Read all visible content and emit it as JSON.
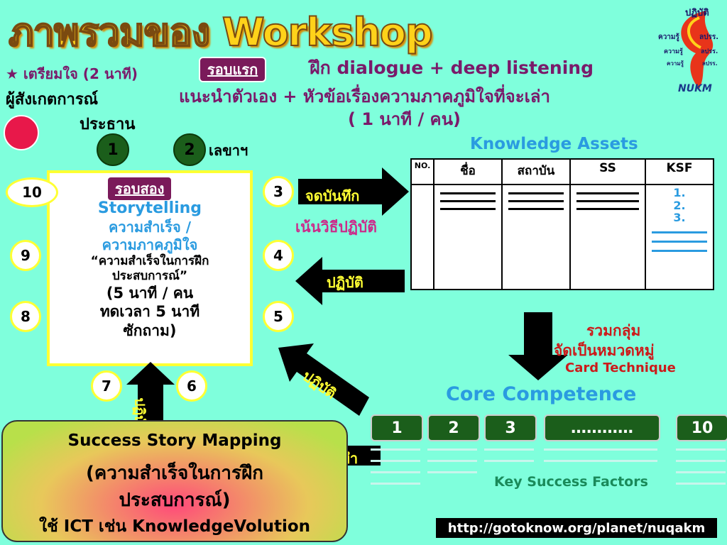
{
  "title": "ภาพรวมของ Workshop",
  "logo": {
    "top": "ปฏิบัติ",
    "line1": "ความรู้",
    "line2": "ลปรร.",
    "line3": "ความรู้",
    "line4": "ลปรร.",
    "line5": "ความรู้",
    "line6": "ลปรร.",
    "brand": "NUKM"
  },
  "prepare": "★ เตรียมใจ (2 นาที)",
  "observer": "ผู้สังเกตการณ์",
  "chair": "ประธาน",
  "secretary": "เลขาฯ",
  "round1": {
    "tag": "รอบแรก",
    "line1": "ฝึก dialogue + deep listening",
    "line2": "แนะนำตัวเอง + หัวข้อเรื่องความภาคภูมิใจที่จะเล่า",
    "line3": "( 1 นาที / คน)"
  },
  "round2": {
    "tag": "รอบสอง",
    "lines": [
      "Storytelling",
      "ความสำเร็จ /",
      "ความภาคภูมิใจ",
      "“ความสำเร็จในการฝึก",
      "ประสบการณ์”",
      "(5 นาที / คน",
      "ทดเวลา 5 นาที",
      "ซักถาม)"
    ]
  },
  "circles": [
    "1",
    "2",
    "3",
    "4",
    "5",
    "6",
    "7",
    "8",
    "9",
    "10"
  ],
  "arrows": {
    "record": "จดบันทึก",
    "practice1": "ปฏิบัติ",
    "practice2": "ปฏิบัติ",
    "practice3": "ปฏิบัติ",
    "make": "จัดทำ"
  },
  "emphasis": "เน้นวิธีปฏิบัติ",
  "knowledge_assets": {
    "title": "Knowledge Assets",
    "columns": [
      "NO.",
      "ชื่อ",
      "สถาบัน",
      "SS",
      "KSF"
    ],
    "ksf_items": [
      "1.",
      "2.",
      "3."
    ]
  },
  "grouping": {
    "line1": "รวมกลุ่ม",
    "line2": "จัดเป็นหมวดหมู่",
    "line3": "Card Technique"
  },
  "core": {
    "title": "Core Competence",
    "items": [
      "1",
      "2",
      "3",
      "…………",
      "10"
    ],
    "ksf": "Key Success Factors"
  },
  "mapping": {
    "line1": "Success Story Mapping",
    "line2": "(ความสำเร็จในการฝึก",
    "line3": "ประสบการณ์)",
    "line4": "ใช้  ICT เช่น KnowledgeVolution"
  },
  "url": "http://gotoknow.org/planet/nuqakm"
}
